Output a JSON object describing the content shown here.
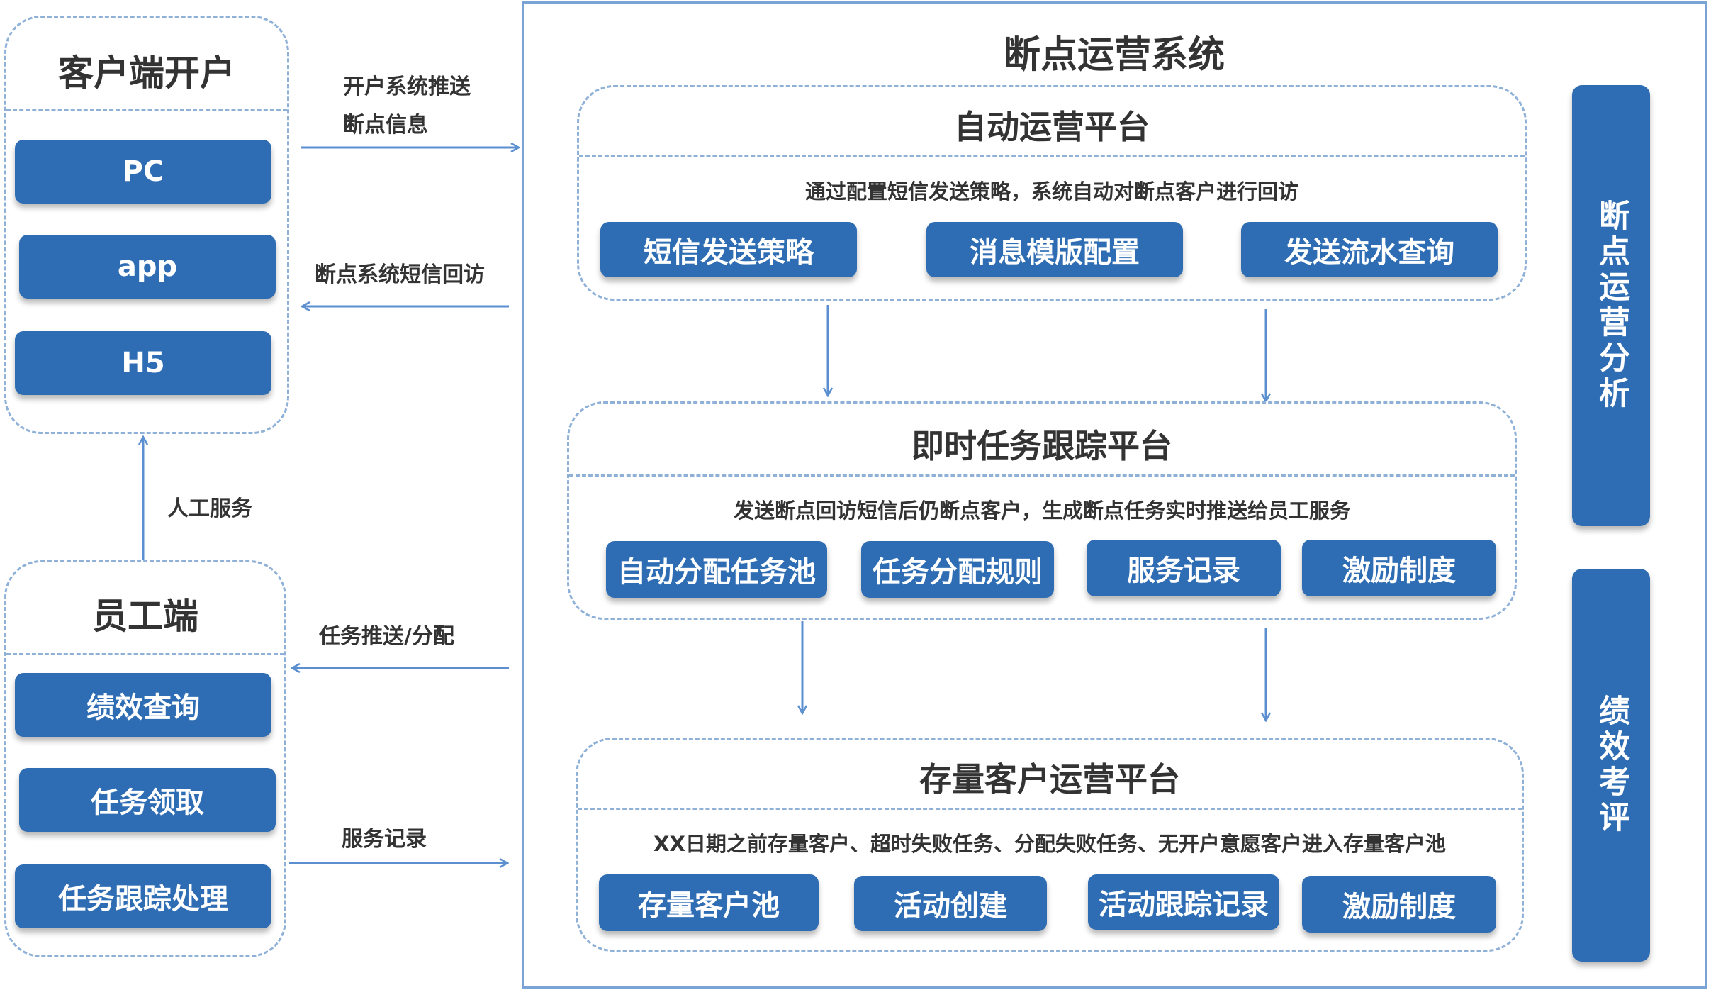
{
  "client": {
    "title": "客户端开户",
    "buttons": [
      "PC",
      "app",
      "H5"
    ]
  },
  "staff": {
    "title": "员工端",
    "buttons": [
      "绩效查询",
      "任务领取",
      "任务跟踪处理"
    ]
  },
  "links": {
    "push_breakpoint": "开户系统推送\n断点信息",
    "sms_followup": "断点系统短信回访",
    "manual_service": "人工服务",
    "task_push": "任务推送/分配",
    "service_record": "服务记录"
  },
  "system": {
    "title": "断点运营系统",
    "auto_platform": {
      "title": "自动运营平台",
      "desc": "通过配置短信发送策略，系统自动对断点客户进行回访",
      "buttons": [
        "短信发送策略",
        "消息模版配置",
        "发送流水查询"
      ]
    },
    "task_platform": {
      "title": "即时任务跟踪平台",
      "desc": "发送断点回访短信后仍断点客户，生成断点任务实时推送给员工服务",
      "buttons": [
        "自动分配任务池",
        "任务分配规则",
        "服务记录",
        "激励制度"
      ]
    },
    "stock_platform": {
      "title": "存量客户运营平台",
      "desc": "XX日期之前存量客户、超时失败任务、分配失败任务、无开户意愿客户进入存量客户池",
      "buttons": [
        "存量客户池",
        "活动创建",
        "活动跟踪记录",
        "激励制度"
      ]
    },
    "side_bars": [
      "断点运营分析",
      "绩效考评"
    ]
  },
  "colors": {
    "button_blue": "#2e6db4",
    "dashed_border": "#8fb1d8",
    "arrow": "#5b8fd0"
  }
}
